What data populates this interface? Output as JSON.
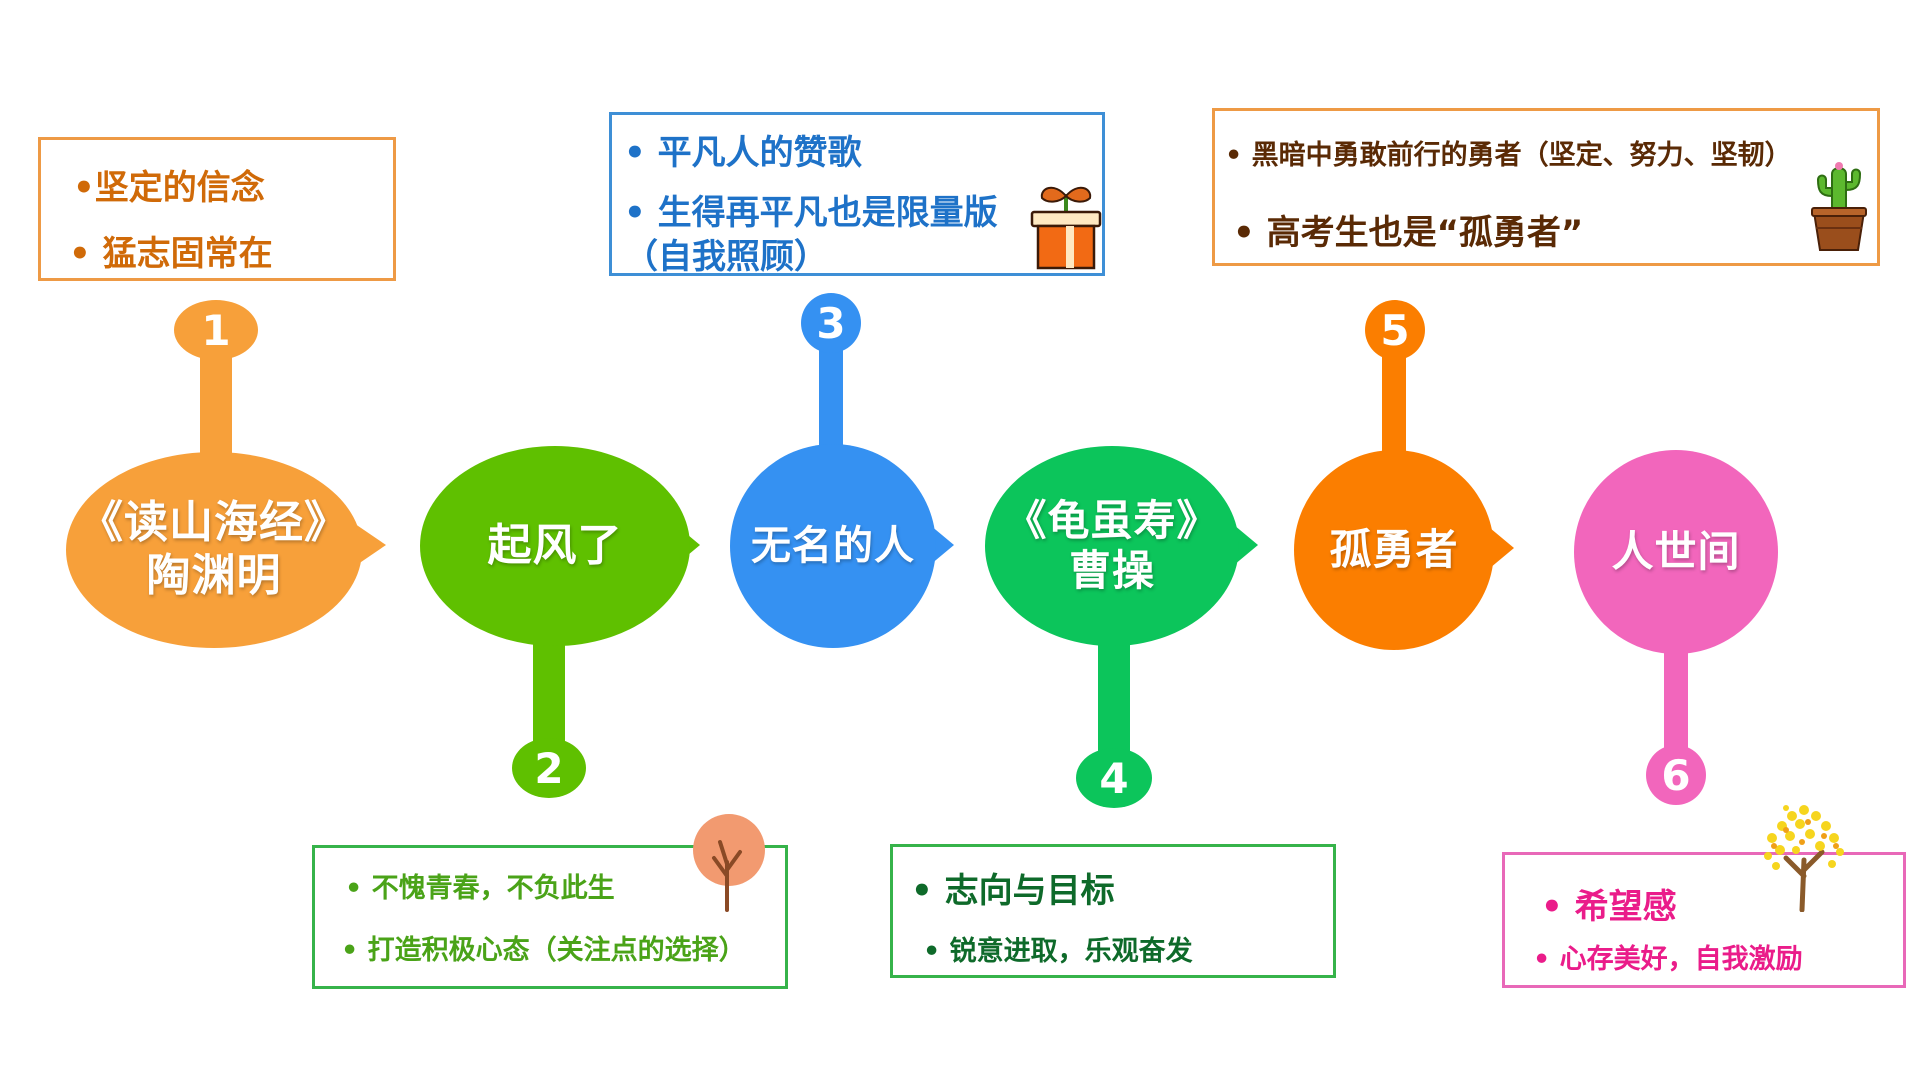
{
  "colors": {
    "orange_light": "#F7A03A",
    "green_lime": "#5FC000",
    "blue": "#3591F2",
    "green_emerald": "#0CC55B",
    "orange_deep": "#FB7E00",
    "pink": "#F266BC",
    "box_orange_border": "#EE9A45",
    "box_blue_border": "#3E8FD6",
    "box_green_border": "#36B34A",
    "box_pink_border": "#E868B8",
    "text_orange": "#D06A08",
    "text_blue": "#1E72C8",
    "text_brown": "#5A2A05",
    "text_green_lime": "#4AA318",
    "text_green_dark": "#0E6A2A",
    "text_pink": "#EA1C8A"
  },
  "nodes": [
    {
      "number": "1",
      "title_lines": [
        "《读山海经》",
        "陶渊明"
      ],
      "color": "orange_light",
      "stem": "up"
    },
    {
      "number": "2",
      "title_lines": [
        "起风了"
      ],
      "color": "green_lime",
      "stem": "down"
    },
    {
      "number": "3",
      "title_lines": [
        "无名的人"
      ],
      "color": "blue",
      "stem": "up"
    },
    {
      "number": "4",
      "title_lines": [
        "《龟虽寿》",
        "曹操"
      ],
      "color": "green_emerald",
      "stem": "down"
    },
    {
      "number": "5",
      "title_lines": [
        "孤勇者"
      ],
      "color": "orange_deep",
      "stem": "up"
    },
    {
      "number": "6",
      "title_lines": [
        "人世间"
      ],
      "color": "pink",
      "stem": "down"
    }
  ],
  "boxes": {
    "box1": [
      "•坚定的信念",
      "• 猛志固常在"
    ],
    "box2": [
      "• 不愧青春，不负此生",
      "• 打造积极心态（关注点的选择）"
    ],
    "box3": [
      "• 平凡人的赞歌",
      "• 生得再平凡也是限量版",
      "（自我照顾）"
    ],
    "box4": [
      "• 志向与目标",
      "• 锐意进取，乐观奋发"
    ],
    "box5": [
      "• 黑暗中勇敢前行的勇者（坚定、努力、坚韧）",
      "• 高考生也是“孤勇者”"
    ],
    "box6": [
      "• 希望感",
      "• 心存美好，自我激励"
    ]
  },
  "icons": {
    "box2": "autumn-tree-icon",
    "box3": "gift-sprout-icon",
    "box5": "potted-cactus-icon",
    "box6": "yellow-blossom-tree-icon"
  }
}
